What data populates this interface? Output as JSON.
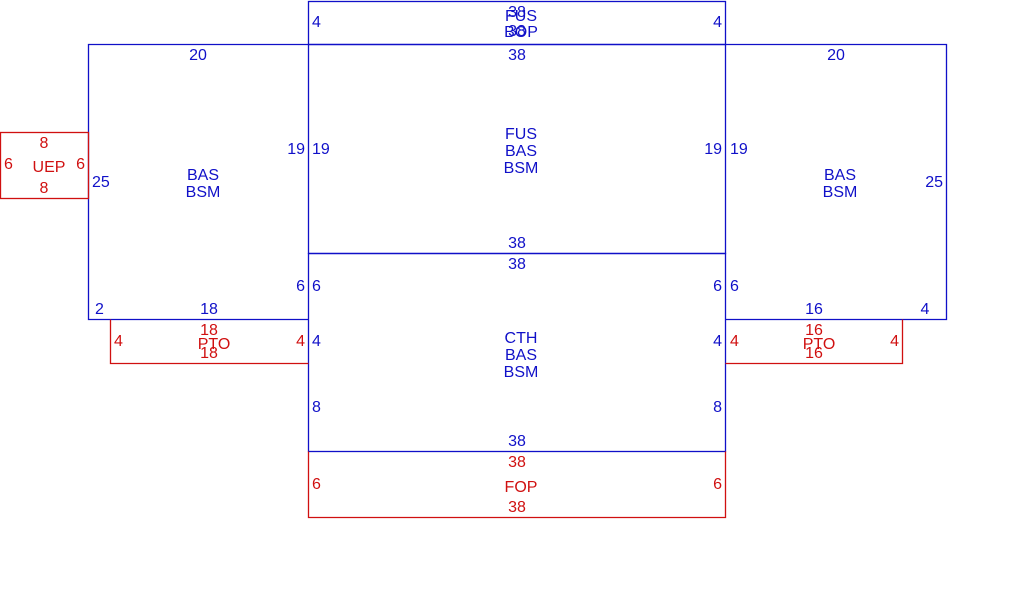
{
  "colors": {
    "primary": "#1010c8",
    "secondary": "#d01010",
    "background": "#ffffff"
  },
  "panels": {
    "fus_bop": {
      "codes": [
        "FUS",
        "BOP"
      ],
      "top": "38",
      "bottom": "38",
      "left": "4",
      "right": "4"
    },
    "fus_bas_bsm": {
      "codes": [
        "FUS",
        "BAS",
        "BSM"
      ],
      "top": "38",
      "bottom": "38",
      "left": "19",
      "right": "19"
    },
    "left_wing": {
      "codes": [
        "BAS",
        "BSM"
      ],
      "top": "20",
      "left": "25",
      "right_upper": "19",
      "right_lower": "6",
      "bottom_left": "2",
      "bottom": "18"
    },
    "right_wing": {
      "codes": [
        "BAS",
        "BSM"
      ],
      "top": "20",
      "right": "25",
      "left_upper": "19",
      "left_lower": "6",
      "bottom": "16",
      "bottom_right": "4"
    },
    "cth_bas_bsm": {
      "codes": [
        "CTH",
        "BAS",
        "BSM"
      ],
      "top": "38",
      "bottom": "38",
      "left_upper": "6",
      "right_upper": "6",
      "left_mid": "4",
      "right_mid": "4",
      "left_lower": "8",
      "right_lower": "8"
    },
    "uep": {
      "code": "UEP",
      "top": "8",
      "bottom": "8",
      "left": "6",
      "right": "6"
    },
    "pto_left": {
      "code": "PTO",
      "top": "18",
      "bottom": "18",
      "left": "4",
      "right": "4"
    },
    "pto_right": {
      "code": "PTO",
      "top": "16",
      "bottom": "16",
      "left": "4",
      "right": "4"
    },
    "fop": {
      "code": "FOP",
      "top": "38",
      "bottom": "38",
      "left": "6",
      "right": "6"
    }
  }
}
